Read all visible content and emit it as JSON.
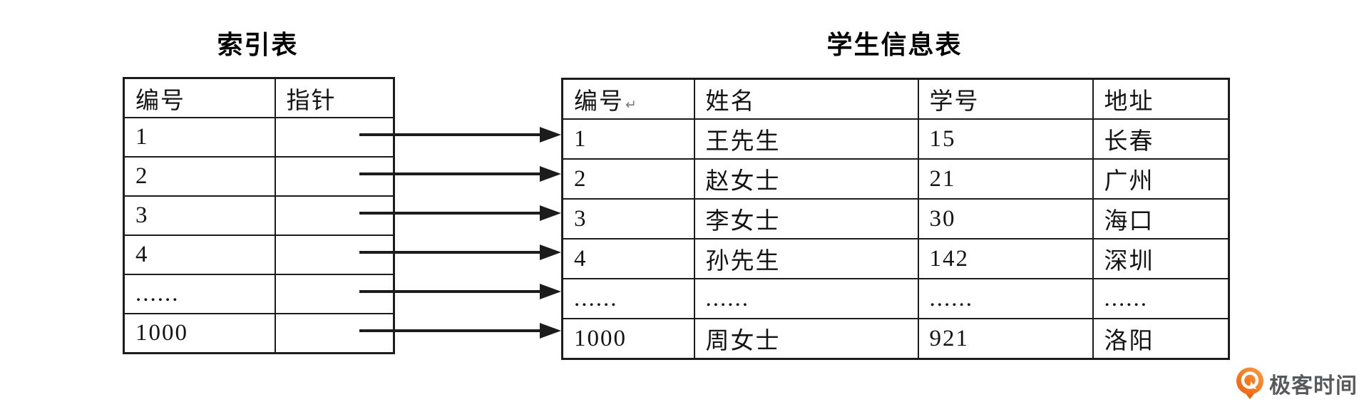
{
  "index_table": {
    "title": "索引表",
    "headers": [
      "编号",
      "指针"
    ],
    "rows": [
      [
        "1",
        ""
      ],
      [
        "2",
        ""
      ],
      [
        "3",
        ""
      ],
      [
        "4",
        ""
      ],
      [
        "......",
        ""
      ],
      [
        "1000",
        ""
      ]
    ]
  },
  "student_table": {
    "title": "学生信息表",
    "headers": [
      "编号",
      "姓名",
      "学号",
      "地址"
    ],
    "return_mark": "↵",
    "rows": [
      [
        "1",
        "王先生",
        "15",
        "长春"
      ],
      [
        "2",
        "赵女士",
        "21",
        "广州"
      ],
      [
        "3",
        "李女士",
        "30",
        "海口"
      ],
      [
        "4",
        "孙先生",
        "142",
        "深圳"
      ],
      [
        "......",
        "......",
        "......",
        "......"
      ],
      [
        "1000",
        "周女士",
        "921",
        "洛阳"
      ]
    ]
  },
  "watermark": {
    "brand": "极客时间"
  },
  "colors": {
    "border": "#1c1c1c",
    "text": "#141414",
    "title": "#000000",
    "watermark_text": "#58595b",
    "logo_orange_dark": "#ee5f0a",
    "logo_orange_light": "#ff9b3d"
  }
}
